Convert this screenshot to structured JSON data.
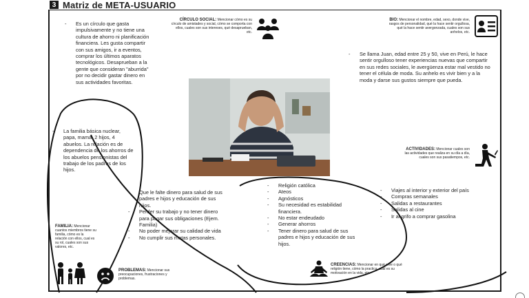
{
  "header": {
    "number": "3",
    "title": "Matriz de META-USUARIO"
  },
  "circulo_social": {
    "heading": "CÍRCULO SOCIAL:",
    "description": "Mencionar cómo es su círculo de amistades y social, cómo se comporta con ellos, cuales son sus intereses, qué desaprueban, etc.",
    "icon": "group-icon",
    "bullet": "Es un círculo que gasta impulsivamente y no tiene una cultura de ahorro ni planificación financiera. Les gusta compartir con sus amigos, ir a eventos, comprar los últimos aparatos tecnológicos. Desaprueban a la gente que consideran \"aburrida\" por no decidir gastar dinero en sus actividades favoritas."
  },
  "bio": {
    "heading": "BIO:",
    "description": "Mencionar el nombre, edad, sexo, donde vive, rasgos de personalidad, qué la hace sentir orgullosa, qué la hace sentir avergonzada, cuales son sus anhelos, etc.",
    "icon": "id-card-icon",
    "bullet": "Se llama Juan, edad entre 25 y 50, vive en Perú, le hace sentir orgulloso tener experiencias nuevas que compartir en sus redes sociales, le avergüenza estar mal vestido no tener el célula de moda. Su anhelo es vivir bien y a la moda y darse sus gustos siempre que pueda."
  },
  "familia": {
    "heading": "FAMILIA:",
    "description": "Mencionar cuantos miembros tiene su familia, cómo es la relación con ellos, cual es su rol, cuales son sus valores, etc.",
    "icon": "family-icon",
    "bullet": "La familia básica nuclear, papa, mamá, 2 hijos, 4 abuelos. La relación es de dependencia de los ahorros de los abuelos pensionistas del trabajo de los padres de los hijos."
  },
  "actividades": {
    "heading": "ACTIVIDADES:",
    "description": "Mencionar cuales son las actividades que realiza en su día a día, cuales son sus pasatiempos, etc.",
    "icon": "worker-icon",
    "items": [
      "Viajes al interior y exterior del país",
      "Compras semanales",
      "Salidas a restaurantes",
      "Salidas al cine",
      "Ir al grifo a comprar gasolina"
    ]
  },
  "problemas": {
    "heading": "PROBLEMAS:",
    "description": "Mencionar sus preocupaciones, frustraciones y problemas.",
    "icon": "sad-face-icon",
    "items": [
      "Que le falte dinero para salud de sus padres e hijos y educación de sus hijos.",
      "Perder su trabajo y no tener dinero para pagar sus obligaciones (Ejem. Familia)",
      "No poder mejorar su calidad de vida",
      "No cumplir sus metas personales."
    ]
  },
  "creencias": {
    "heading": "CREENCIAS:",
    "description": "Mencionar en qué cree o qué religión tiene, cómo la practica, cual es su motivación en la vida, etc.",
    "icon": "meditation-icon",
    "items": [
      "Religión católica",
      "Ateos",
      "Agnósticos",
      "Su necesidad es estabilidad financiera.",
      "No estar endeudado",
      "Generar ahorros",
      "Tener dinero para salud de sus padres e hijos y educación de sus hijos."
    ]
  },
  "photo": {
    "icon": "stressed-man-photo"
  }
}
